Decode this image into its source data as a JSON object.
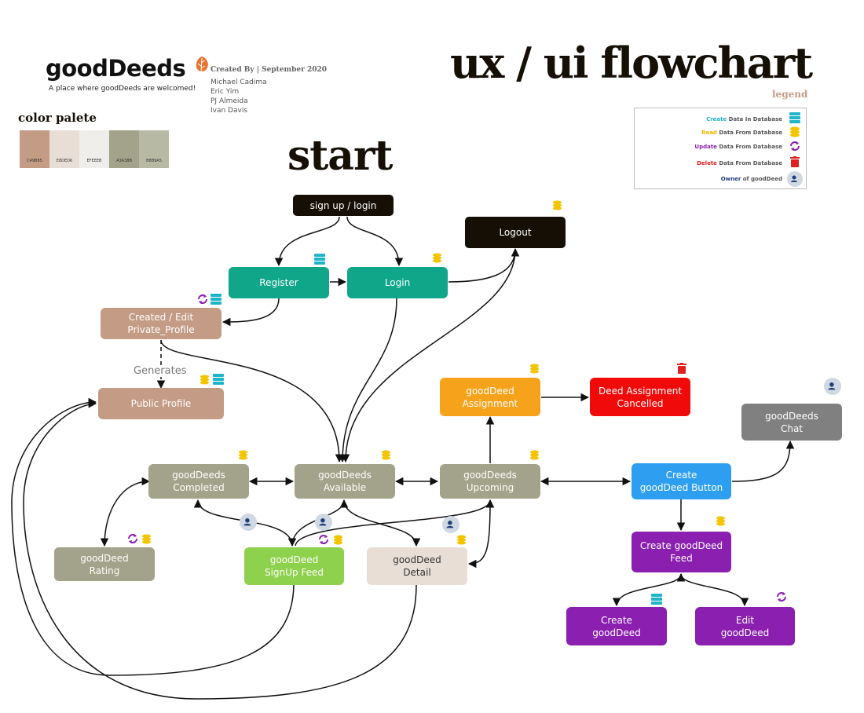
{
  "header": {
    "logo": "goodDeeds",
    "tagline": "A place where goodDeeds are welcomed!",
    "created_by": "Created By | September 2020",
    "authors": [
      "Michael Cadima",
      "Eric Yim",
      "PJ Almeida",
      "Ivan Davis"
    ],
    "title": "ux / ui flowchart",
    "legend_label": "legend",
    "palette_label": "color palete",
    "start_label": "start"
  },
  "palette": [
    {
      "hex": "#c49b85",
      "label": "C49B85"
    },
    {
      "hex": "#e8ded6",
      "label": "E8DED6"
    },
    {
      "hex": "#efeeeb",
      "label": "EFEEEB"
    },
    {
      "hex": "#a3a38b",
      "label": "A3A38B"
    },
    {
      "hex": "#b8b9a5",
      "label": "B8B9A5"
    }
  ],
  "legend": [
    {
      "verb": "Create",
      "rest": " Data In Database",
      "color": "#1fb5c9",
      "icon": "database-stack-icon"
    },
    {
      "verb": "Read",
      "rest": " Data From Database",
      "color": "#e8b800",
      "icon": "coin-stack-icon"
    },
    {
      "verb": "Update",
      "rest": " Data From Database",
      "color": "#8a1fb0",
      "icon": "refresh-icon"
    },
    {
      "verb": "Delete",
      "rest": " Data From Database",
      "color": "#e02020",
      "icon": "trash-icon"
    },
    {
      "verb": "Owner",
      "rest": " of goodDeed",
      "color": "#1f3e7a",
      "icon": "owner-user-icon"
    }
  ],
  "nodes": {
    "signup": "sign up / login",
    "register": "Register",
    "login": "Login",
    "logout": "Logout",
    "private_profile": "Created / Edit\nPrivate_Profile",
    "generates": "Generates",
    "public_profile": "Public Profile",
    "assignment": "goodDeed\nAssignment",
    "cancelled": "Deed Assignment\nCancelled",
    "chat": "goodDeeds\nChat",
    "completed": "goodDeeds\nCompleted",
    "available": "goodDeeds\nAvailable",
    "upcoming": "goodDeeds\nUpcoming",
    "create_button": "Create\ngoodDeed Button",
    "rating": "goodDeed\nRating",
    "signup_feed": "goodDeed\nSignUp Feed",
    "detail": "goodDeed\nDetail",
    "create_feed": "Create goodDeed\nFeed",
    "create": "Create\ngoodDeed",
    "edit": "Edit\ngoodDeed"
  }
}
